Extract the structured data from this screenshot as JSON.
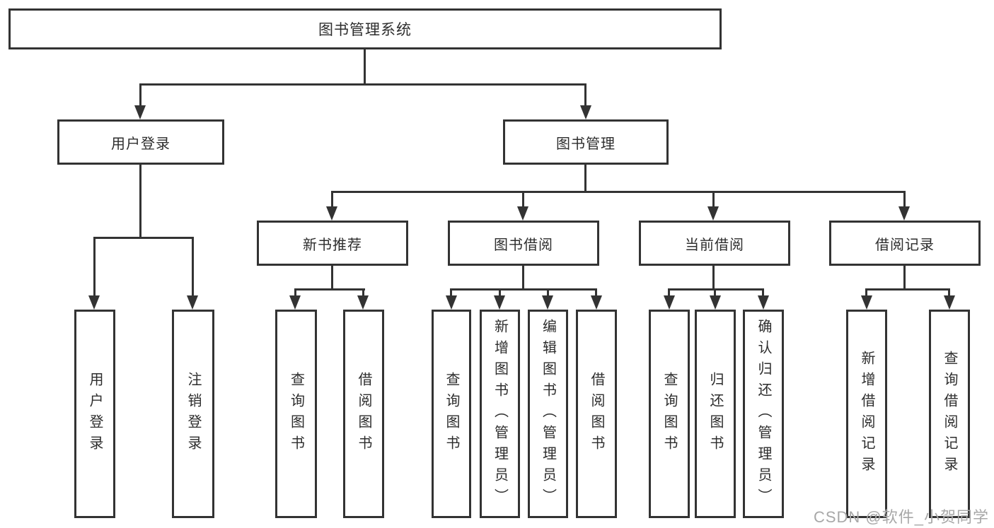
{
  "diagram": {
    "root": "图书管理系统",
    "branches": {
      "user_login": {
        "label": "用户登录",
        "children": [
          "用户登录",
          "注销登录"
        ]
      },
      "book_management": {
        "label": "图书管理",
        "sections": {
          "new_book_recommendation": {
            "label": "新书推荐",
            "children": [
              "查询图书",
              "借阅图书"
            ]
          },
          "book_borrowing": {
            "label": "图书借阅",
            "children": [
              "查询图书",
              "新增图书（管理员）",
              "编辑图书（管理员）",
              "借阅图书"
            ]
          },
          "current_borrowing": {
            "label": "当前借阅",
            "children": [
              "查询图书",
              "归还图书",
              "确认归还（管理员）"
            ]
          },
          "borrowing_records": {
            "label": "借阅记录",
            "children": [
              "新增借阅记录",
              "查询借阅记录"
            ]
          }
        }
      }
    }
  },
  "watermark": {
    "text": "CSDN @软件_小贺同学"
  },
  "colors": {
    "line": "#333333",
    "text": "#2d2d2d",
    "background": "#ffffff",
    "watermark": "#a8a8a8"
  }
}
